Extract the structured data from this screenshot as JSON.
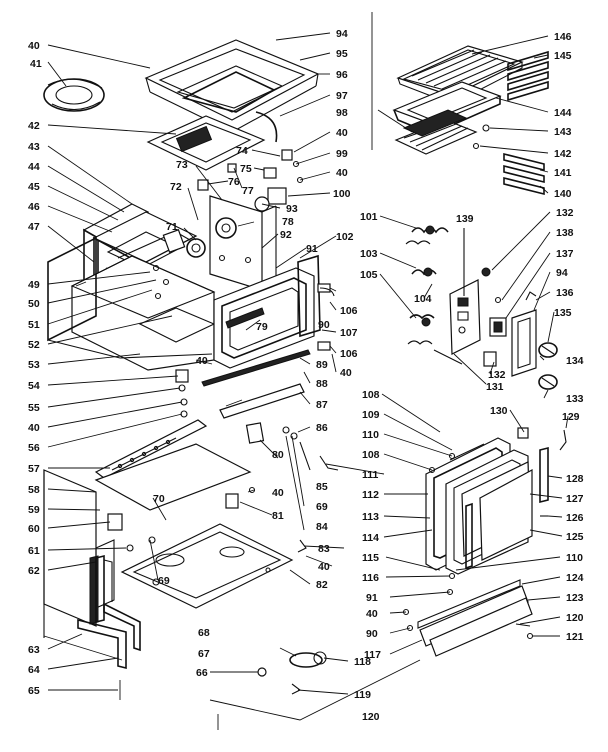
{
  "diagram": {
    "labels": [
      "94",
      "40",
      "95",
      "41",
      "96",
      "97",
      "42",
      "98",
      "40",
      "99",
      "40",
      "100",
      "43",
      "44",
      "45",
      "46",
      "47",
      "73",
      "72",
      "71",
      "74",
      "75",
      "76",
      "77",
      "78",
      "93",
      "92",
      "91",
      "102",
      "101",
      "103",
      "105",
      "104",
      "139",
      "132",
      "138",
      "137",
      "94",
      "136",
      "135",
      "134",
      "133",
      "131",
      "132",
      "49",
      "50",
      "51",
      "52",
      "53",
      "79",
      "40",
      "106",
      "107",
      "90",
      "106",
      "40",
      "89",
      "88",
      "54",
      "55",
      "40",
      "56",
      "57",
      "87",
      "86",
      "80",
      "108",
      "109",
      "110",
      "108",
      "111",
      "112",
      "113",
      "114",
      "130",
      "129",
      "128",
      "127",
      "126",
      "125",
      "58",
      "59",
      "60",
      "61",
      "62",
      "70",
      "69",
      "40",
      "81",
      "85",
      "69",
      "84",
      "83",
      "40",
      "82",
      "115",
      "116",
      "91",
      "40",
      "90",
      "117",
      "110",
      "124",
      "123",
      "120",
      "121",
      "63",
      "64",
      "65",
      "68",
      "67",
      "66",
      "118",
      "119",
      "120",
      "146",
      "145",
      "144",
      "143",
      "142",
      "141",
      "140"
    ]
  }
}
